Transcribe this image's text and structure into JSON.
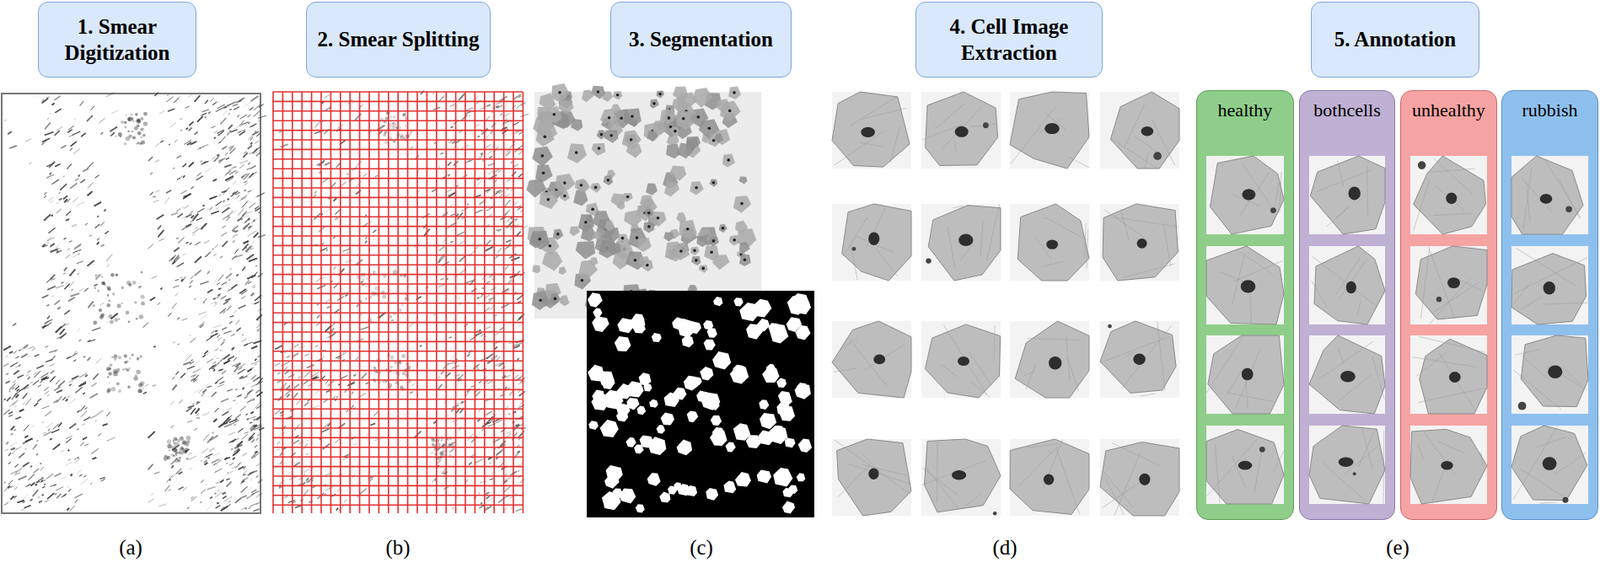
{
  "diagram": {
    "nodes": [
      {
        "text": [
          "1. Smear Digitization"
        ]
      },
      {
        "text": [
          "2. Smear Splitting"
        ]
      },
      {
        "text": [
          "3. Segmentation"
        ]
      },
      {
        "text": [
          "4. Cell Image Extraction"
        ]
      },
      {
        "text": [
          "5. Annotation"
        ]
      },
      {
        "text": [
          "healthy"
        ]
      },
      {
        "text": [
          "bothcells"
        ]
      },
      {
        "text": [
          "unhealthy"
        ]
      },
      {
        "text": [
          "rubbish"
        ]
      }
    ],
    "labels": [
      "(a)",
      "(b)",
      "(c)",
      "(d)",
      "(e)"
    ]
  }
}
